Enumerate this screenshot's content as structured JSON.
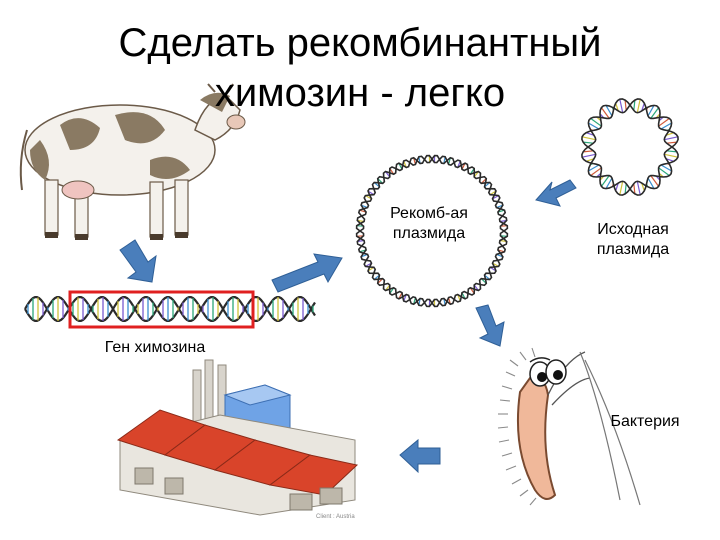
{
  "slide": {
    "title": "Сделать рекомбинантный химозин - легко",
    "labels": {
      "recombinant_plasmid": "Рекомб-ая плазмида",
      "original_plasmid": "Исходная плазмида",
      "chymosin_gene": "Ген химозина",
      "bacterium": "Бактерия"
    },
    "factory_caption": "Client : Austria"
  },
  "colors": {
    "arrow": "#4a7ebb",
    "gene_box": "#e02020",
    "factory_roof": "#d9442a",
    "tank": "#6fa3e6"
  }
}
